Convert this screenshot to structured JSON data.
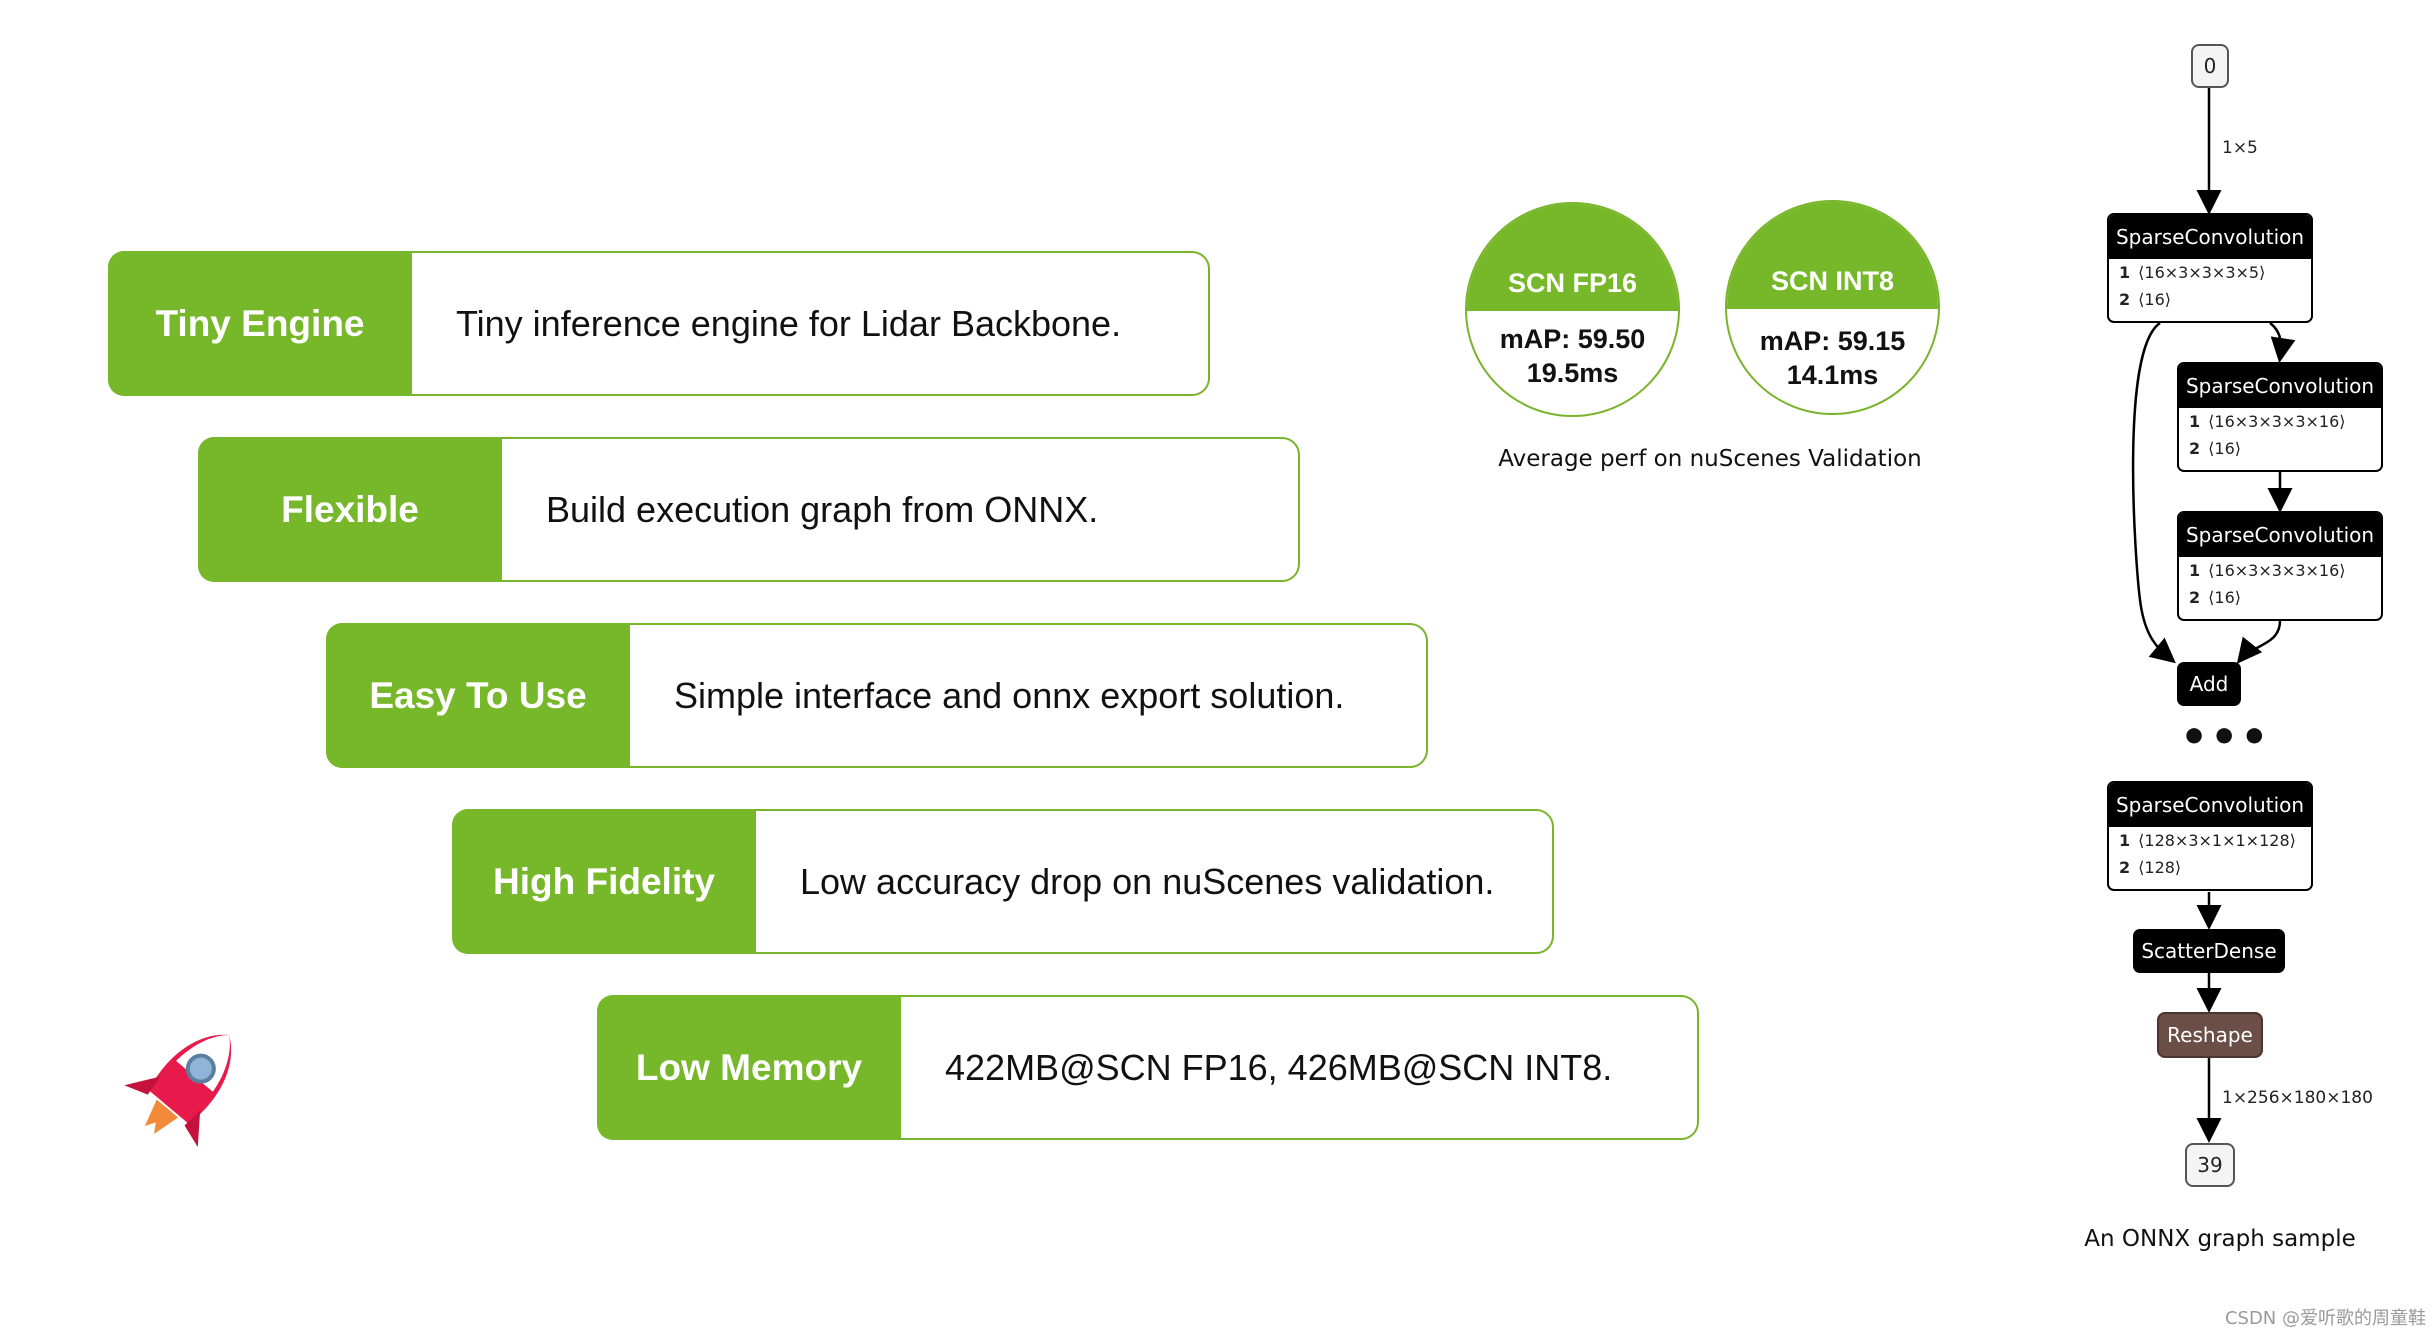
{
  "features": [
    {
      "tag": "Tiny Engine",
      "desc": "Tiny inference engine for Lidar Backbone."
    },
    {
      "tag": "Flexible",
      "desc": "Build execution graph from ONNX."
    },
    {
      "tag": "Easy To Use",
      "desc": "Simple interface and onnx export solution."
    },
    {
      "tag": "High Fidelity",
      "desc": "Low accuracy drop on nuScenes validation."
    },
    {
      "tag": "Low Memory",
      "desc": "422MB@SCN FP16, 426MB@SCN INT8."
    }
  ],
  "perf": {
    "fp16": {
      "title": "SCN FP16",
      "map": "mAP: 59.50",
      "latency": "19.5ms"
    },
    "int8": {
      "title": "SCN INT8",
      "map": "mAP: 59.15",
      "latency": "14.1ms"
    },
    "caption": "Average perf on nuScenes Validation"
  },
  "graph": {
    "input": "0",
    "input_shape": "1×5",
    "conv1": {
      "title": "SparseConvolution",
      "a1": "⟨16×3×3×3×5⟩",
      "a2": "⟨16⟩"
    },
    "conv2": {
      "title": "SparseConvolution",
      "a1": "⟨16×3×3×3×16⟩",
      "a2": "⟨16⟩"
    },
    "conv3": {
      "title": "SparseConvolution",
      "a1": "⟨16×3×3×3×16⟩",
      "a2": "⟨16⟩"
    },
    "add": "Add",
    "ellipsis": "•••",
    "conv4": {
      "title": "SparseConvolution",
      "a1": "⟨128×3×1×1×128⟩",
      "a2": "⟨128⟩"
    },
    "scatter": "ScatterDense",
    "reshape": "Reshape",
    "output_shape": "1×256×180×180",
    "output": "39",
    "attr_index_1": "1",
    "attr_index_2": "2",
    "caption": "An ONNX graph sample"
  },
  "watermark": "CSDN @爱听歌的周童鞋",
  "colors": {
    "accent": "#76b82a",
    "reshape": "#6b4f47",
    "rocket": "#e8194b"
  },
  "icons": {
    "rocket": "rocket-icon"
  }
}
